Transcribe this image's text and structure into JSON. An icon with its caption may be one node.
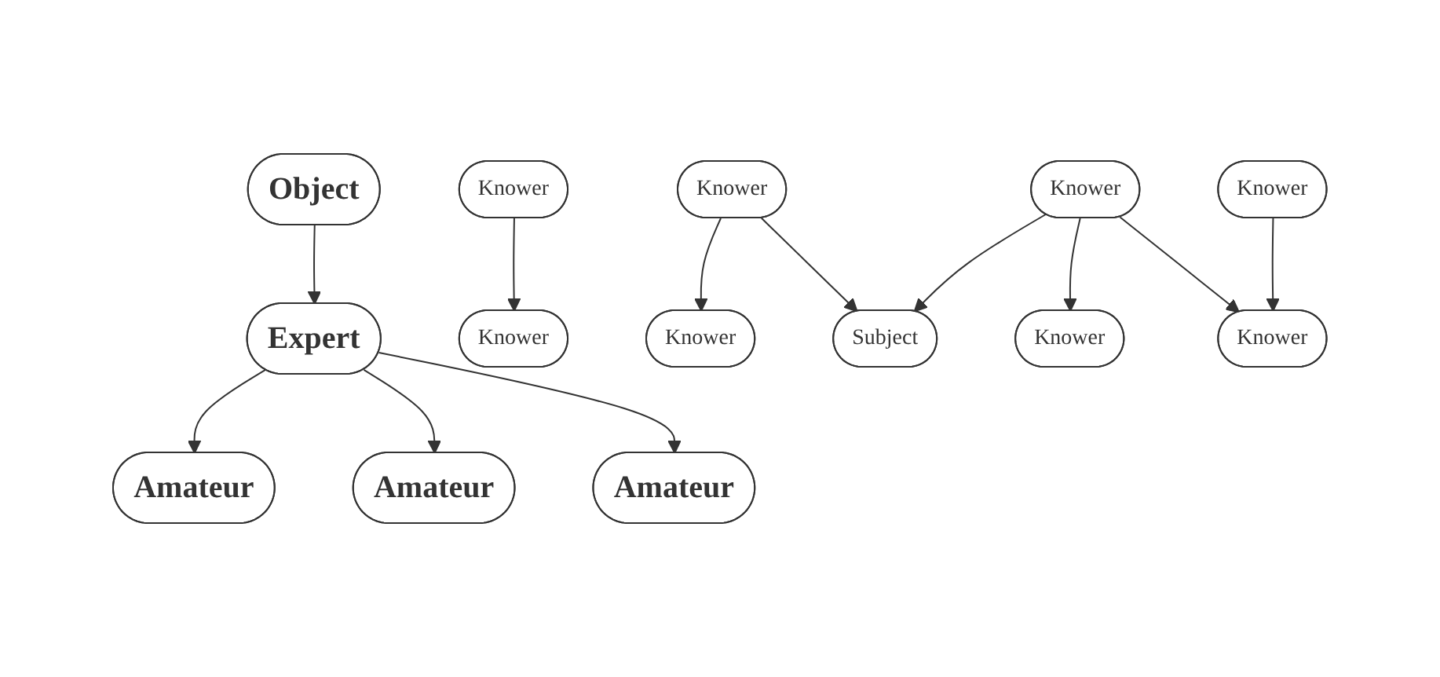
{
  "diagram": {
    "nodes": [
      {
        "text": [
          "Object"
        ]
      },
      {
        "text": [
          "Expert"
        ]
      },
      {
        "text": [
          "Amateur"
        ]
      },
      {
        "text": [
          "Amateur"
        ]
      },
      {
        "text": [
          "Amateur"
        ]
      },
      {
        "text": [
          "Knower"
        ]
      },
      {
        "text": [
          "Knower"
        ]
      },
      {
        "text": [
          "Knower"
        ]
      },
      {
        "text": [
          "Knower"
        ]
      },
      {
        "text": [
          "Subject"
        ]
      },
      {
        "text": [
          "Knower"
        ]
      },
      {
        "text": [
          "Knower"
        ]
      },
      {
        "text": [
          "Knower"
        ]
      },
      {
        "text": [
          "Knower"
        ]
      }
    ],
    "edges": [
      {
        "from": 0,
        "to": 1,
        "arrow": "to"
      },
      {
        "from": 1,
        "to": 2,
        "arrow": "to"
      },
      {
        "from": 1,
        "to": 3,
        "arrow": "to"
      },
      {
        "from": 1,
        "to": 4,
        "arrow": "to"
      },
      {
        "from": 5,
        "to": 6,
        "arrow": "to"
      },
      {
        "from": 8,
        "to": 7,
        "arrow": "to"
      },
      {
        "from": 8,
        "to": 9,
        "arrow": "to"
      },
      {
        "from": 11,
        "to": 9,
        "arrow": "to"
      },
      {
        "from": 11,
        "to": 10,
        "arrow": "to"
      },
      {
        "from": 11,
        "to": 12,
        "arrow": "to"
      },
      {
        "from": 13,
        "to": 12,
        "arrow": "to"
      }
    ]
  }
}
